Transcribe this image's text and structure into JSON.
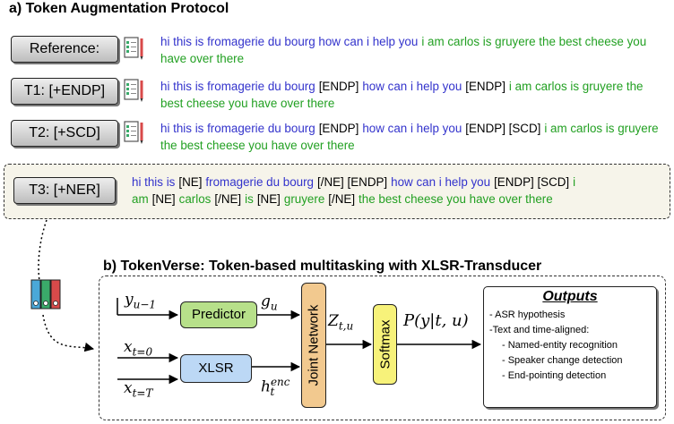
{
  "section_a": {
    "title": "a) Token Augmentation Protocol"
  },
  "rows": [
    {
      "label": "Reference:",
      "segments": [
        {
          "text": "hi this is fromagerie du bourg how can i help you",
          "color": "blue"
        },
        {
          "text": "i am carlos is gruyere the best cheese you have over there",
          "color": "green"
        }
      ]
    },
    {
      "label": "T1: [+ENDP]",
      "segments": [
        {
          "text": "hi this is fromagerie du bourg",
          "color": "blue"
        },
        {
          "text": "[ENDP]",
          "color": "black"
        },
        {
          "text": "how can i help you",
          "color": "blue"
        },
        {
          "text": "[ENDP]",
          "color": "black"
        },
        {
          "text": "i am carlos is gruyere the best cheese you have over there",
          "color": "green"
        }
      ]
    },
    {
      "label": "T2: [+SCD]",
      "segments": [
        {
          "text": "hi this is fromagerie du bourg",
          "color": "blue"
        },
        {
          "text": "[ENDP]",
          "color": "black"
        },
        {
          "text": "how can i help you",
          "color": "blue"
        },
        {
          "text": "[ENDP] [SCD]",
          "color": "black"
        },
        {
          "text": "i am carlos is gruyere the best cheese you have over there",
          "color": "green"
        }
      ]
    },
    {
      "label": "T3: [+NER]",
      "segments": [
        {
          "text": "hi this is",
          "color": "blue"
        },
        {
          "text": "[NE]",
          "color": "black"
        },
        {
          "text": "fromagerie du bourg",
          "color": "blue"
        },
        {
          "text": "[/NE] [ENDP]",
          "color": "black"
        },
        {
          "text": "how can i help you",
          "color": "blue"
        },
        {
          "text": "[ENDP] [SCD]",
          "color": "black"
        },
        {
          "text": "i am",
          "color": "green"
        },
        {
          "text": "[NE]",
          "color": "black"
        },
        {
          "text": "carlos",
          "color": "green"
        },
        {
          "text": "[/NE]",
          "color": "black"
        },
        {
          "text": "is",
          "color": "green"
        },
        {
          "text": "[NE]",
          "color": "black"
        },
        {
          "text": "gruyere",
          "color": "green"
        },
        {
          "text": "[/NE]",
          "color": "black"
        },
        {
          "text": "the best cheese you have over there",
          "color": "green"
        }
      ]
    }
  ],
  "section_b": {
    "title": "b) TokenVerse: Token-based multitasking with XLSR-Transducer"
  },
  "nodes": {
    "predictor": "Predictor",
    "xlsr": "XLSR",
    "joint": "Joint Network",
    "softmax": "Softmax"
  },
  "math": {
    "y_prev": "y",
    "y_prev_sub": "u−1",
    "g_u": "g",
    "g_u_sub": "u",
    "x0": "x",
    "x0_sub": "t=0",
    "xT": "x",
    "xT_sub": "t=T",
    "h": "h",
    "h_sup": "enc",
    "h_sub": "t",
    "z": "Z",
    "z_sub": "t,u",
    "p": "P(y|t, u)"
  },
  "outputs": {
    "title": "Outputs",
    "items": [
      "- ASR hypothesis",
      "-Text and time-aligned:",
      "- Named-entity recognition",
      "- Speaker change detection",
      "- End-pointing detection"
    ]
  },
  "colors": {
    "blue": "#3333cc",
    "green": "#22a022",
    "predictor_fill": "#b7e08a",
    "xlsr_fill": "#bcd8f5",
    "joint_fill": "#f2c98f",
    "softmax_fill": "#f7f27a",
    "t3_fill": "#f6f4ea"
  }
}
